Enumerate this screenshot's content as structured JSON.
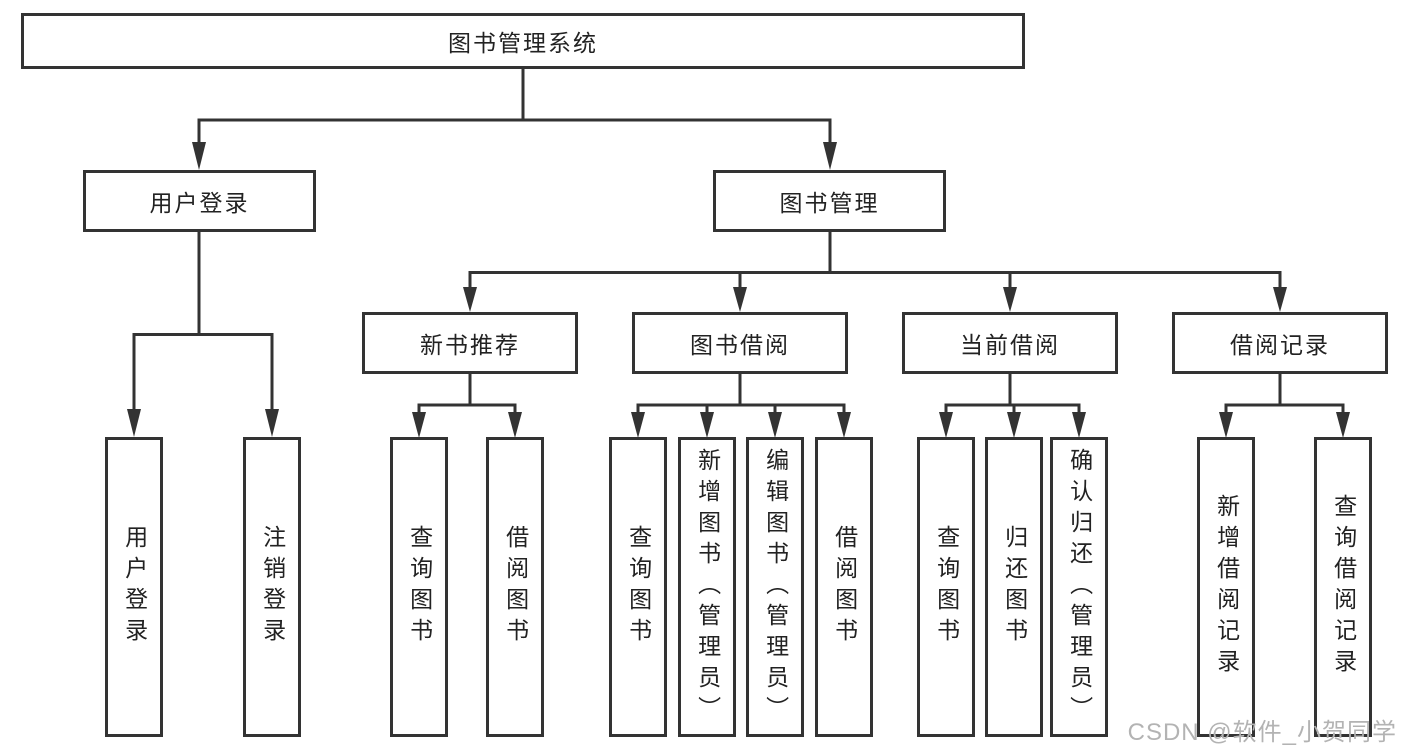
{
  "nodes": {
    "root": "图书管理系统",
    "login": "用户登录",
    "manage": "图书管理",
    "new_books": "新书推荐",
    "borrow": "图书借阅",
    "current": "当前借阅",
    "records": "借阅记录",
    "login_children": [
      "用户登录",
      "注销登录"
    ],
    "new_books_children": [
      "查询图书",
      "借阅图书"
    ],
    "borrow_children": [
      "查询图书",
      "新增图书（管理员）",
      "编辑图书（管理员）",
      "借阅图书"
    ],
    "current_children": [
      "查询图书",
      "归还图书",
      "确认归还（管理员）"
    ],
    "records_children": [
      "新增借阅记录",
      "查询借阅记录"
    ]
  },
  "watermark": "CSDN @软件_小贺同学",
  "colors": {
    "line": "#333333",
    "text": "#222222",
    "watermark": "#b3b3b3"
  }
}
